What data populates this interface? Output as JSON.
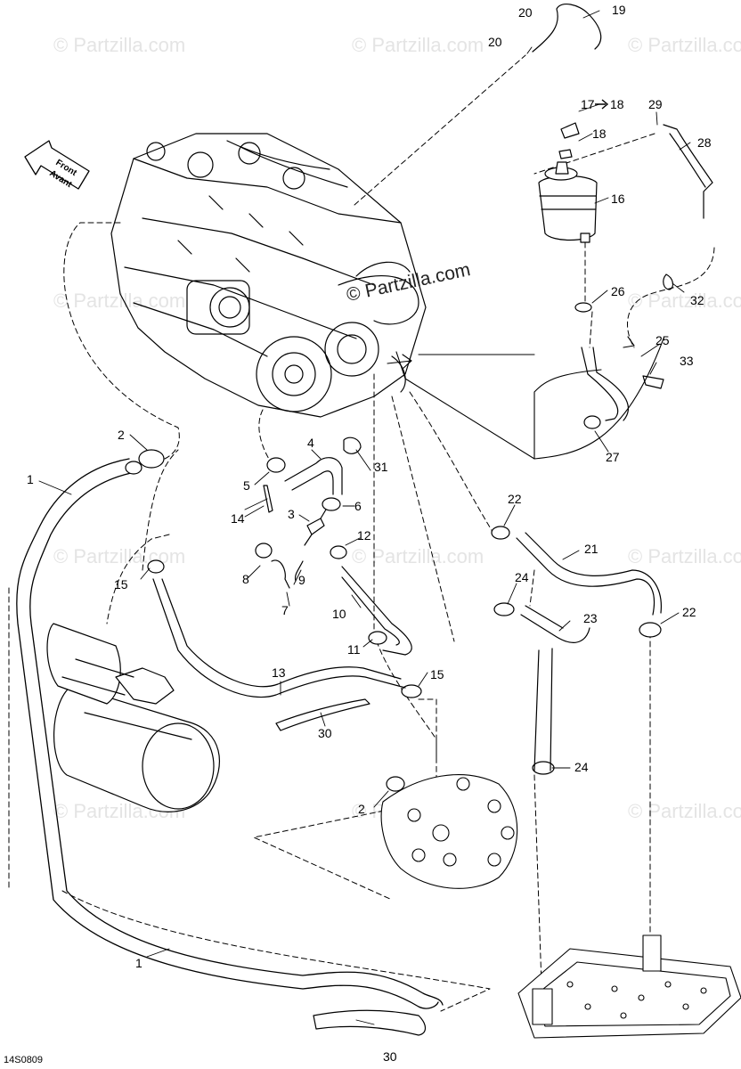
{
  "watermark": "© Partzilla.com",
  "brand_watermark": "© Partzilla.com",
  "diagram_code": "14S0809",
  "direction_labels": [
    "Front",
    "Avant"
  ],
  "callouts": [
    "1",
    "1",
    "2",
    "2",
    "3",
    "4",
    "5",
    "6",
    "7",
    "8",
    "9",
    "10",
    "11",
    "12",
    "13",
    "14",
    "15",
    "15",
    "16",
    "17",
    "18",
    "18",
    "19",
    "20",
    "20",
    "21",
    "22",
    "22",
    "23",
    "24",
    "24",
    "25",
    "26",
    "27",
    "28",
    "29",
    "30",
    "30",
    "31",
    "32",
    "33"
  ]
}
